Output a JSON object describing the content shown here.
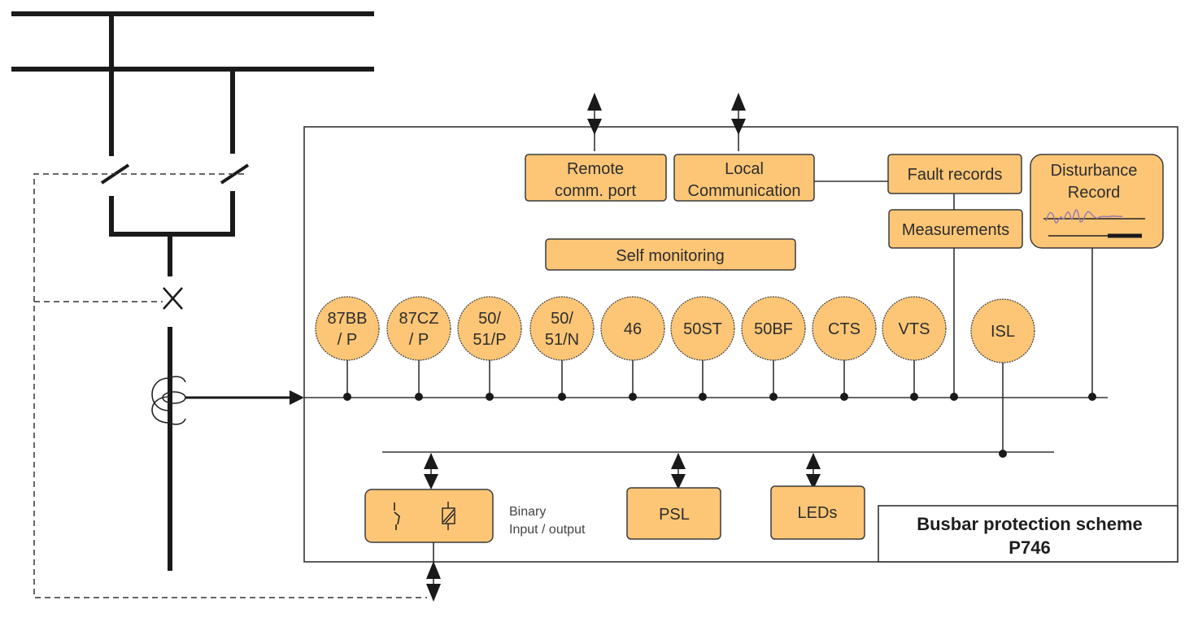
{
  "diagram": {
    "title_line1": "Busbar protection scheme",
    "title_line2": "P746",
    "colors": {
      "block_fill": "#fcc676",
      "line": "#333333",
      "waveform": "#9a7bb0"
    },
    "comm_blocks": {
      "remote": [
        "Remote",
        "comm. port"
      ],
      "local": [
        "Local",
        "Communication"
      ],
      "fault_records": "Fault records",
      "measurements": "Measurements",
      "disturbance": [
        "Disturbance",
        "Record"
      ],
      "self_monitoring": "Self monitoring"
    },
    "functions": [
      {
        "id": "87bb-p",
        "lines": [
          "87BB",
          "/ P"
        ]
      },
      {
        "id": "87cz-p",
        "lines": [
          "87CZ",
          "/ P"
        ]
      },
      {
        "id": "50-51-p",
        "lines": [
          "50/",
          "51/P"
        ]
      },
      {
        "id": "50-51-n",
        "lines": [
          "50/",
          "51/N"
        ]
      },
      {
        "id": "46",
        "lines": [
          "46"
        ]
      },
      {
        "id": "50st",
        "lines": [
          "50ST"
        ]
      },
      {
        "id": "50bf",
        "lines": [
          "50BF"
        ]
      },
      {
        "id": "cts",
        "lines": [
          "CTS"
        ]
      },
      {
        "id": "vts",
        "lines": [
          "VTS"
        ]
      },
      {
        "id": "isl",
        "lines": [
          "ISL"
        ]
      }
    ],
    "io_blocks": {
      "binary_label": [
        "Binary",
        "Input / output"
      ],
      "psl": "PSL",
      "leds": "LEDs"
    }
  }
}
